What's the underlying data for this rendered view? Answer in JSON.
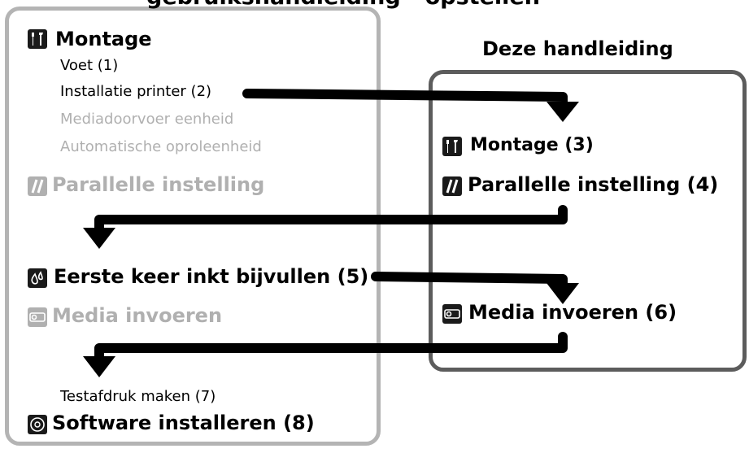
{
  "left_panel": {
    "title": "gebruikshandleiding - opstellen",
    "montage": {
      "label": "Montage",
      "items": [
        "Voet (1)",
        "Installatie printer (2)",
        "Mediadoorvoer eenheid",
        "Automatische oproleenheid"
      ]
    },
    "parallel": "Parallelle instelling",
    "ink": "Eerste keer inkt bijvullen (5)",
    "media": "Media invoeren",
    "test": "Testafdruk maken (7)",
    "software": "Software installeren (8)"
  },
  "right_panel": {
    "title": "Deze handleiding",
    "montage": "Montage (3)",
    "parallel": "Parallelle instelling (4)",
    "media": "Media invoeren (6)"
  },
  "icons": [
    "tools-icon",
    "parallel-icon",
    "ink-drops-icon",
    "media-roll-icon",
    "software-disc-icon"
  ],
  "colors": {
    "left_border": "#b4b4b4",
    "right_border": "#5c5c5c",
    "inactive_text": "#b0b0b0",
    "arrow": "#000000"
  }
}
